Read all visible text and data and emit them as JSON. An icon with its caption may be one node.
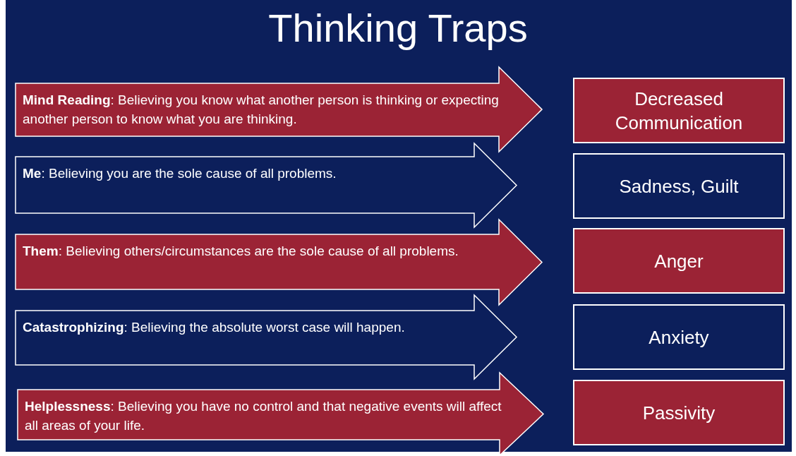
{
  "diagram": {
    "title": "Thinking Traps",
    "nodes": [
      {
        "text": [
          "**Mind Reading**: Believing you know what another person is thinking or expecting another person to know what you are thinking."
        ]
      },
      {
        "text": [
          "**Me**: Believing you are the sole cause of all problems."
        ]
      },
      {
        "text": [
          "**Them**: Believing others/circumstances are the sole cause of all problems."
        ]
      },
      {
        "text": [
          "**Catastrophizing**: Believing the absolute worst case will happen."
        ]
      },
      {
        "text": [
          "**Helplessness**: Believing you have no control and that negative events will affect all areas of your life."
        ]
      },
      {
        "text": [
          "Decreased Communication"
        ]
      },
      {
        "text": [
          "Sadness, Guilt"
        ]
      },
      {
        "text": [
          "Anger"
        ]
      },
      {
        "text": [
          "Anxiety"
        ]
      },
      {
        "text": [
          "Passivity"
        ]
      }
    ]
  }
}
